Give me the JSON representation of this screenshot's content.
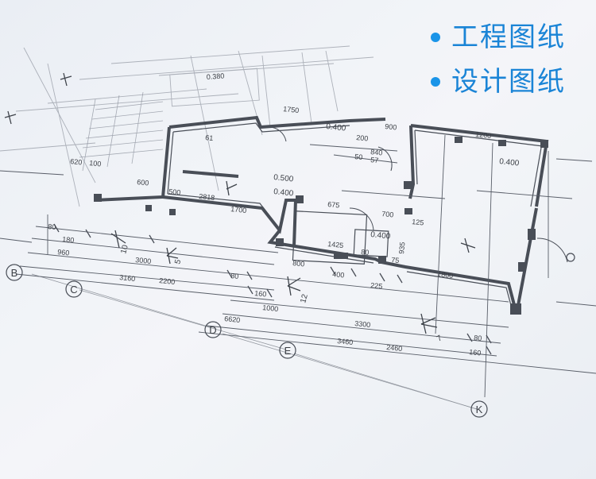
{
  "bullets": [
    {
      "label": "工程图纸",
      "color": "#1a84d6"
    },
    {
      "label": "设计图纸",
      "color": "#1a84d6"
    }
  ],
  "blueprint": {
    "grid_labels": [
      "B",
      "C",
      "D",
      "E",
      "K"
    ],
    "dimensions": [
      "80",
      "180",
      "960",
      "3000",
      "3160",
      "2200",
      "80",
      "160",
      "1000",
      "6620",
      "3300",
      "3460",
      "2460",
      "80",
      "160",
      "800",
      "400",
      "225",
      "1800",
      "1425",
      "80",
      "75",
      "935",
      "700",
      "125",
      "675",
      "500",
      "2818",
      "1700",
      "600",
      "0.500",
      "0.400",
      "0.400",
      "0.400",
      "0.400",
      "0.380",
      "1750",
      "900",
      "1200",
      "200",
      "840",
      "50",
      "57",
      "620",
      "100",
      "61"
    ],
    "room_marks": [
      "10",
      "5",
      "12",
      "7"
    ]
  }
}
